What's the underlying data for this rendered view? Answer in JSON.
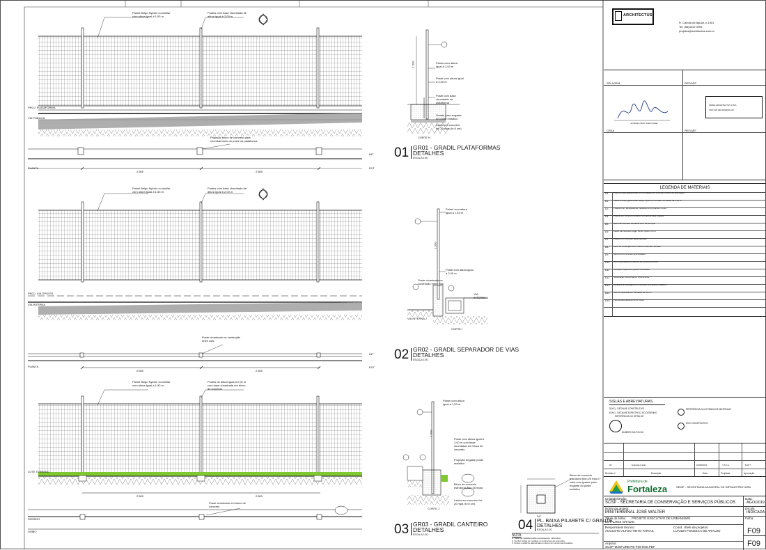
{
  "drawing": {
    "d1": {
      "num": "01",
      "title": "GR01 - GRADIL PLATAFORMAS",
      "subtitle": "DETALHES",
      "scale": "ESCALA 1:50",
      "note_panel": "Painel Belgo Nylofor ou similar com altura igual à 1,53 m",
      "note_post": "Postes com base chumbada de altura igual à 2,00 m",
      "note_block": "Projeção bloco de concreto para chumbamento do poste na plataforma",
      "ground_a": "PROJ. PLATAFORMA",
      "ground_b": "VIA PÚBLICA",
      "dim1": "2.500",
      "dim2": "2.500",
      "int": "INT",
      "ext": "EXT",
      "planta": "PLANTA",
      "section": "CORTE H",
      "sec_n1": "Painel com altura igual à 1,53 m",
      "sec_n2": "Poste com altura igual à 2,00 m",
      "sec_n3": "Poste com base chumbado na plataforma",
      "sec_n4": "Graute para engaste do poste metálico",
      "sec_n5": "Lastro em concreto fck 20 mpa (h=5 cm)",
      "h": "1.530"
    },
    "d2": {
      "num": "02",
      "title": "GR02 - GRADIL SEPARADOR DE VIAS",
      "subtitle": "DETALHES",
      "scale": "ESCALA 1:50",
      "note_panel": "Painel Belgo Nylofor ou similar com altura igual à 1,53 m",
      "note_post": "Postes com base chumbada de altura igual à 2,00 m",
      "note_block": "Poste chumbado na contenção entre vias",
      "ground_a": "PROJ. VIA OPOSTA",
      "ground_b": "VIA INTERNA",
      "dim1": "2.500",
      "dim2": "2.500",
      "int": "INT",
      "ext": "EXT",
      "planta": "PLANTA",
      "section": "CORTE I",
      "sec_n1": "Painel com altura igual à 1,53 m",
      "sec_n2": "Poste com altura igual à 2,00 m",
      "sec_n3": "Poste chumbado na contenção entre vias",
      "sec_left": "VIA INTERNA 2",
      "sec_right": "VIA INTERNA 1",
      "h": "1.530"
    },
    "d3": {
      "num": "03",
      "title": "GR03 - GRADIL CANTEIRO",
      "subtitle": "DETALHES",
      "scale": "ESCALA 1:50",
      "note_panel": "Painel Belgo Nylofor ou similar com altura igual à 1,53 m",
      "note_post": "Postes de altura igual à 2,00 m com base chumbada em bloco de concreto",
      "note_block": "Poste chumbado em bloco de concreto",
      "ground_a": "LOTE TERRENO",
      "ground_b": "PASSEIO",
      "ground_c": "LIMBO",
      "dim1": "2.500",
      "dim2": "2.500",
      "section": "CORTE J",
      "sec_n1": "Painel com altura igual à 1,53 m",
      "sec_n2": "Poste com altura igual à 2,00 m com base chumbado em bloco de concreto",
      "sec_n3": "Projeção engaste poste metálico",
      "sec_n4": "Bloco de concreto estrutural (fck=25 mpa)",
      "sec_n5": "Lastro em concreto fck 20 mpa (h=5 cm)",
      "h": "1.530"
    },
    "d4": {
      "num": "04",
      "tag": "D17",
      "title": "PL. BAIXA PILARETE C/ GRAUTE",
      "subtitle": "DETALHES",
      "scale": "ESCALA 1:20",
      "note": "Bloco de concreto estrutural (fck=25 mpa / f calc) com graute para engaste do poste metálico"
    },
    "nota": {
      "title": "NOTA",
      "l1": "1. Todas as medidas estão expressas em milímetros;",
      "l2": "2. Conferir todas as medidas no local antes da execução;",
      "l3": "3. Postes metálicos galvanizados a fogo com pintura eletrostática."
    }
  },
  "titleblock": {
    "logo_text": "ARCHITECTUS",
    "firm_l1": "R. Carlota de Aguiar, n.1401",
    "firm_l2": "Tel: (85)4010 0999",
    "firm_l3": "projetos@architectus.com.br",
    "selagem": "SELAGEM",
    "crea": "CREA",
    "rrt": "RRT/ART",
    "stamp_l1": "FIRMA ARCHITECTUS LTDA",
    "stamp_l2": "CNPJ 00.000.000/0001-00",
    "signer": "Architetus Diniz Studio Farias",
    "legenda_title": "LEGENDA DE MATERIAIS",
    "legenda": [
      {
        "n": "D1",
        "t": "Poste em aço galvanizado com fundação em concreto e bloco de ancoragem"
      },
      {
        "n": "D2",
        "t": "Painel em aço galvanizado Belgo Nylofor ou similar com altura de 1,53 m"
      },
      {
        "n": "D3",
        "t": "Fixação com abraçadeiras metálicas entre painel e poste"
      },
      {
        "n": "D4",
        "t": "Pilarete em concreto armado com graute para engaste"
      },
      {
        "n": "D5",
        "t": "Bloco de concreto estrutural com fck 25 mpa"
      },
      {
        "n": "D6",
        "t": "Lastro de concreto magro fck 20 mpa h=5 cm"
      },
      {
        "n": "D7",
        "t": "Passeio em concreto desempenado"
      },
      {
        "n": "D8",
        "t": "Muro de contenção entre vias em concreto armado"
      },
      {
        "n": "D9",
        "t": "Meio-fio em concreto pré-moldado"
      },
      {
        "n": "D10",
        "t": "Piso intertravado em blocos de concreto e=8 cm"
      },
      {
        "n": "D11",
        "t": "Forração vegetal em grama esmeralda"
      },
      {
        "n": "D12",
        "t": "Sinalização horizontal em tinta acrílica"
      },
      {
        "n": "D13",
        "t": "Canaleta de drenagem em concreto com grelha metálica"
      },
      {
        "n": "D14",
        "t": "Solo compactado em camadas de 20 cm"
      },
      {
        "n": "D15",
        "t": "Pintura eletrostática na cor verde"
      }
    ],
    "siglas_title": "SIGLAS E ABREVIATURAS",
    "sigla1": "D(XX) - DETALHE CONSTRUTIVO",
    "sigla2": "E(XX) - DETALHE ESPECÍFICO DO DESENHO",
    "sigla3": "REFERÊNCIA DA LEGENDA DE MATERIAIS",
    "sigla4": "REFERÊNCIA DO DETALHE",
    "sigla5": "EIXO CONSTRUTIVO",
    "sigla6": "NÚMERO DA FOLHA",
    "rev_n": "00",
    "rev_desc": "Emissão Inicial",
    "rev_date": "22/08/2019",
    "rev_proj": "Y.A.F.G.",
    "rev_aprov": "B.W.T.",
    "col_rev": "Revisão nº",
    "col_desc": "Descrição",
    "col_data": "Data",
    "col_proj": "Projetista",
    "col_aprov": "Aprovação",
    "pref_small": "Prefeitura de",
    "pref_big": "Fortaleza",
    "seinf": "SEINF - SECRETARIA MUNICIPAL DE INFRAESTRUTURA",
    "unidade_label": "Unidade/Órgão:",
    "unidade": "SCSP - SECRETARIA DE CONSERVAÇÃO E SERVIÇOS PÚBLICOS",
    "data_label": "Data:",
    "data": "AGO/2019",
    "projeto_label": "Nome do projeto:",
    "projeto": "MINITERMINAL JOSÉ WALTER",
    "escala_label": "Escala:",
    "escala": "INDICADA",
    "titulo_label": "Título da folha:",
    "titulo": "PROJETO EXECUTIVO DE URBANISMO",
    "titulo2": "DETALHES GRADIS",
    "folha_label": "Folha:",
    "folha": "F09",
    "resp_label": "Responsável técnico:",
    "resp": "AUGUSTO ALTON TINTO FARIAS",
    "coord_label": "Coord. chefe de projetos:",
    "coord": "LUANDA FONSECA DE ARAUJO",
    "arquivo_label": "Arquivo:",
    "arquivo": "SCSP-MJW-URB-PE-F09-R00.PDF",
    "folha2": "F09"
  },
  "colors": {
    "grass": "#7fc832",
    "line": "#111111",
    "hatch": "#9a9a9a"
  }
}
